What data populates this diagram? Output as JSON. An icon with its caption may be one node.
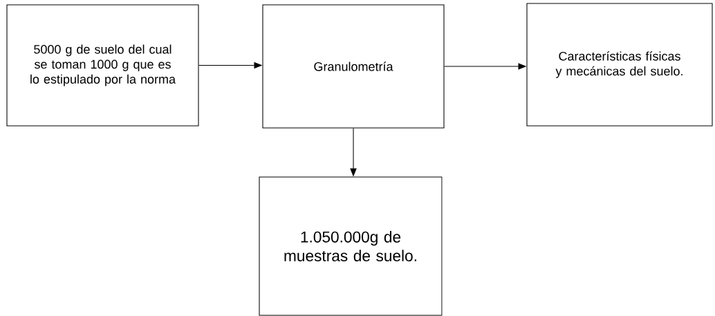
{
  "diagram": {
    "nodes": [
      {
        "text": [
          "5000 g de suelo del cual se toman 1000 g que es lo estipulado por la norma"
        ]
      },
      {
        "text": [
          "Granulometría"
        ]
      },
      {
        "text": [
          "Características físicas y mecánicas del suelo."
        ]
      },
      {
        "text": [
          "1.050.000g de muestras de suelo."
        ]
      }
    ],
    "edges": [
      {
        "from": 0,
        "to": 1,
        "arrow": "to"
      },
      {
        "from": 1,
        "to": 2,
        "arrow": "to"
      },
      {
        "from": 1,
        "to": 3,
        "arrow": "to"
      }
    ]
  }
}
